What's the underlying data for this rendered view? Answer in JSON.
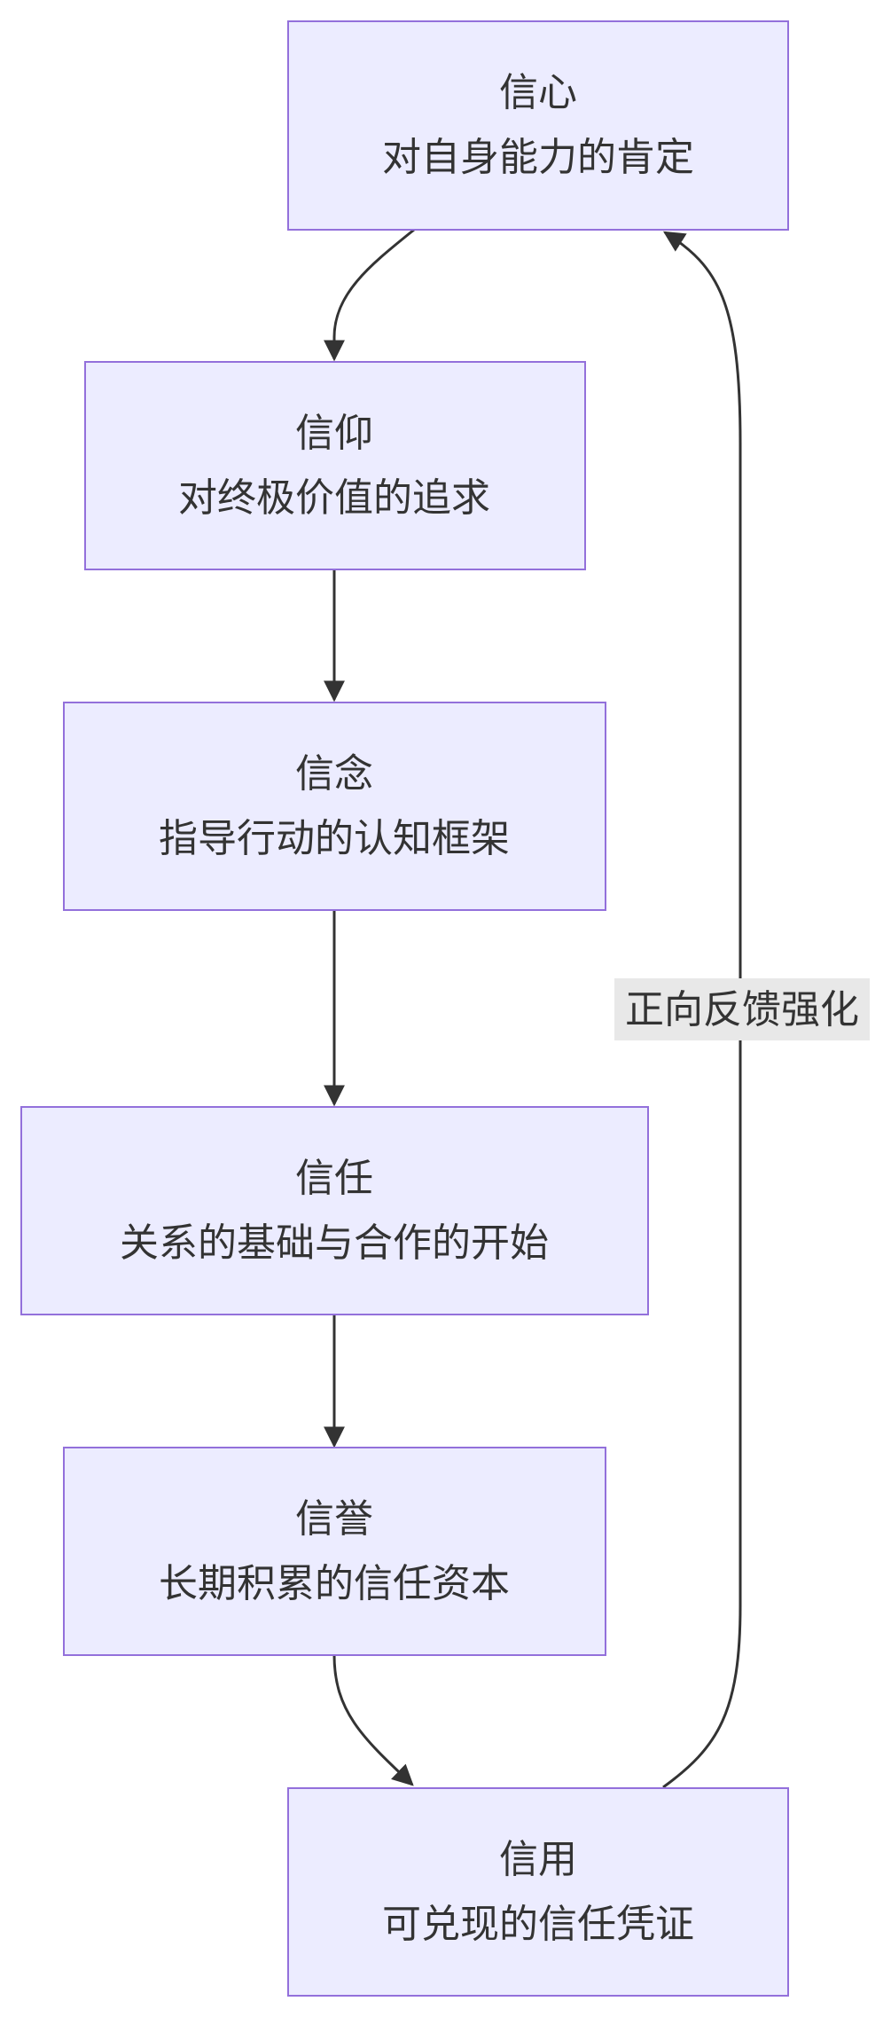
{
  "diagram": {
    "nodes": [
      {
        "id": "xinxin",
        "title": "信心",
        "desc": "对自身能力的肯定"
      },
      {
        "id": "xinyang",
        "title": "信仰",
        "desc": "对终极价值的追求"
      },
      {
        "id": "xinnian",
        "title": "信念",
        "desc": "指导行动的认知框架"
      },
      {
        "id": "xinren",
        "title": "信任",
        "desc": "关系的基础与合作的开始"
      },
      {
        "id": "xinyu",
        "title": "信誉",
        "desc": "长期积累的信任资本"
      },
      {
        "id": "xinyong",
        "title": "信用",
        "desc": "可兑现的信任凭证"
      }
    ],
    "edges": [
      {
        "from": "xinxin",
        "to": "xinyang"
      },
      {
        "from": "xinyang",
        "to": "xinnian"
      },
      {
        "from": "xinnian",
        "to": "xinren"
      },
      {
        "from": "xinren",
        "to": "xinyu"
      },
      {
        "from": "xinyu",
        "to": "xinyong"
      },
      {
        "from": "xinyong",
        "to": "xinxin",
        "label": "正向反馈强化"
      }
    ],
    "colors": {
      "node_fill": "#ececff",
      "node_stroke": "#9370db",
      "edge": "#333333",
      "label_bg": "#e8e8e8",
      "text": "#333333"
    }
  }
}
